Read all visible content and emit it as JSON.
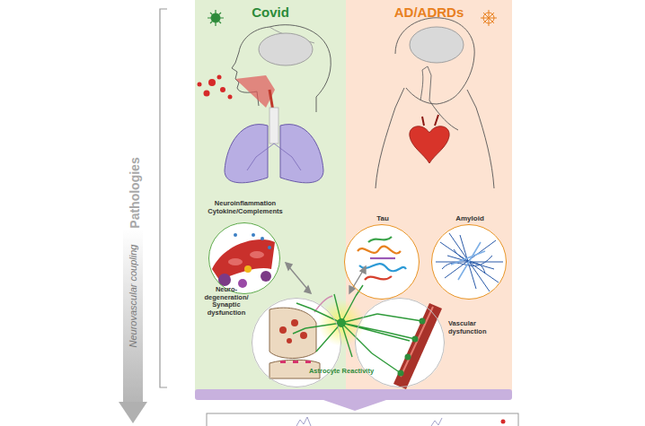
{
  "diagram": {
    "nodes": [
      {
        "text": [
          "Covid"
        ]
      },
      {
        "text": [
          "AD/ADRDs"
        ]
      },
      {
        "text": [
          "Neuroinflammation Cytokine/Complements"
        ],
        "in": 0
      },
      {
        "text": [
          "Tau"
        ],
        "in": 1
      },
      {
        "text": [
          "Amyloid"
        ],
        "in": 1
      },
      {
        "text": [
          "Neuro-degeneration/ Synaptic dysfunction"
        ],
        "in": 0
      },
      {
        "text": [
          "Vascular dysfunction"
        ],
        "in": 1
      }
    ],
    "labels": [
      "Pathologies",
      "Neurovascular coupling",
      "Astrocyte Reactivity"
    ]
  }
}
